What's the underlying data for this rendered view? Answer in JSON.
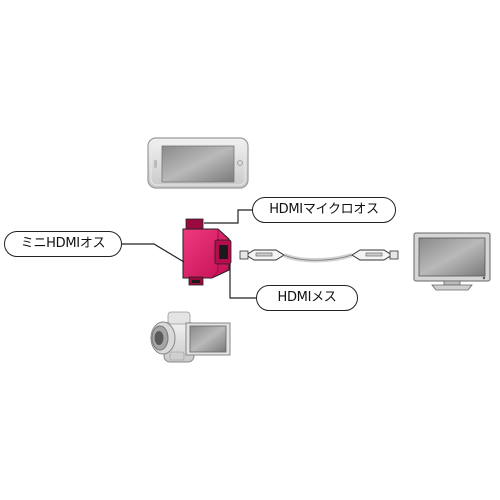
{
  "labels": {
    "micro_male": "HDMIマイクロオス",
    "mini_male": "ミニHDMIオス",
    "female": "HDMIメス"
  },
  "devices": {
    "phone": "smartphone-icon",
    "camcorder": "camcorder-icon",
    "television": "television-icon",
    "adapter": "hdmi-adapter-icon",
    "cable": "hdmi-cable-icon"
  },
  "colors": {
    "adapter": "#d6135f",
    "outline": "#222222",
    "device_gray": "#c9c9c9"
  }
}
